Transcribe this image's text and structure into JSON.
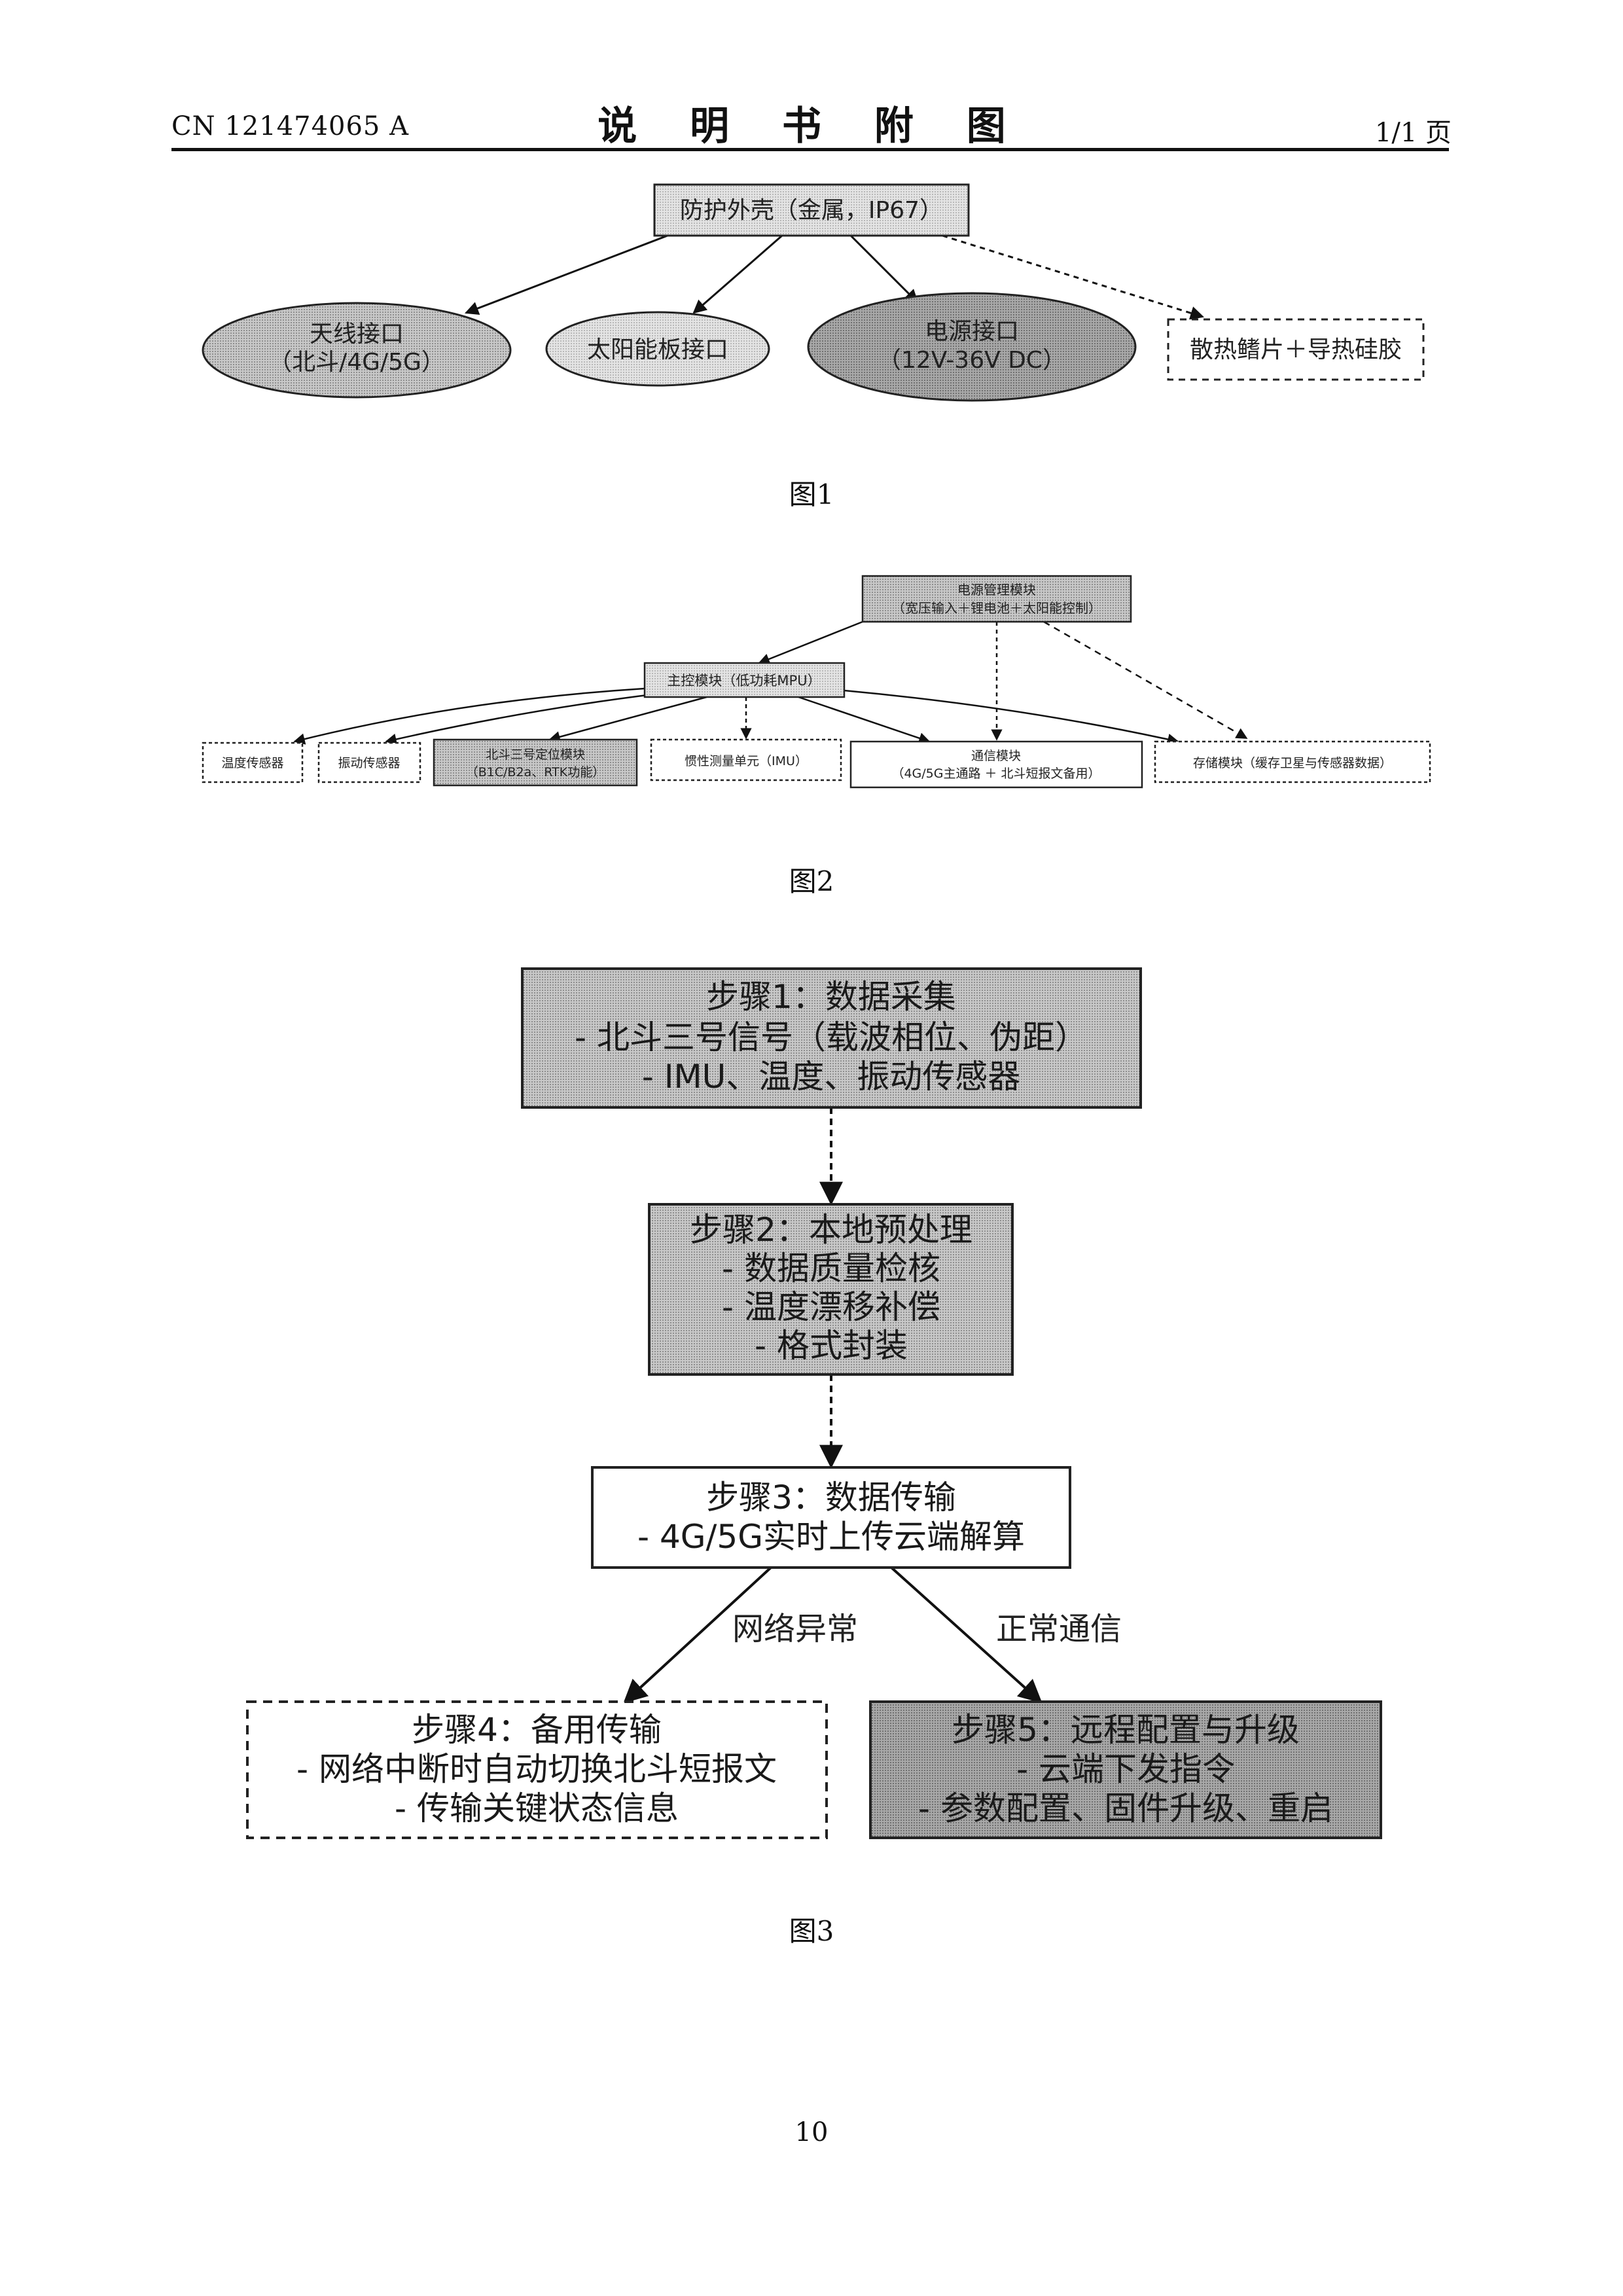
{
  "header": {
    "patent_number": "CN 121474065 A",
    "title": "说 明 书 附 图",
    "page_info": "1/1 页"
  },
  "figure1": {
    "caption": "图1",
    "top": "防护外壳（金属，IP67）",
    "antenna_line1": "天线接口",
    "antenna_line2": "（北斗/4G/5G）",
    "solar": "太阳能板接口",
    "power_line1": "电源接口",
    "power_line2": "（12V-36V DC）",
    "heat": "散热鳍片＋导热硅胶"
  },
  "figure2": {
    "caption": "图2",
    "power_line1": "电源管理模块",
    "power_line2": "（宽压输入＋锂电池＋太阳能控制）",
    "main": "主控模块（低功耗MPU）",
    "m_temp": "温度传感器",
    "m_vib": "振动传感器",
    "m_bds_line1": "北斗三号定位模块",
    "m_bds_line2": "（B1C/B2a、RTK功能）",
    "m_imu": "惯性测量单元（IMU）",
    "m_comm_line1": "通信模块",
    "m_comm_line2": "（4G/5G主通路 ＋ 北斗短报文备用）",
    "m_storage": "存储模块（缓存卫星与传感器数据）"
  },
  "figure3": {
    "caption": "图3",
    "step1_title": "步骤1：数据采集",
    "step1_l1": "- 北斗三号信号（载波相位、伪距）",
    "step1_l2": "- IMU、温度、振动传感器",
    "step2_title": "步骤2：本地预处理",
    "step2_l1": "- 数据质量检核",
    "step2_l2": "- 温度漂移补偿",
    "step2_l3": "- 格式封装",
    "step3_title": "步骤3：数据传输",
    "step3_l1": "- 4G/5G实时上传云端解算",
    "edge_left": "网络异常",
    "edge_right": "正常通信",
    "step4_title": "步骤4：备用传输",
    "step4_l1": "- 网络中断时自动切换北斗短报文",
    "step4_l2": "- 传输关键状态信息",
    "step5_title": "步骤5：远程配置与升级",
    "step5_l1": "- 云端下发指令",
    "step5_l2": "- 参数配置、固件升级、重启"
  },
  "page_number": "10",
  "colors": {
    "box_gray": "#bdbdbd",
    "box_dark": "#9a9a9a",
    "box_light": "#dedede",
    "ink": "#111111"
  }
}
